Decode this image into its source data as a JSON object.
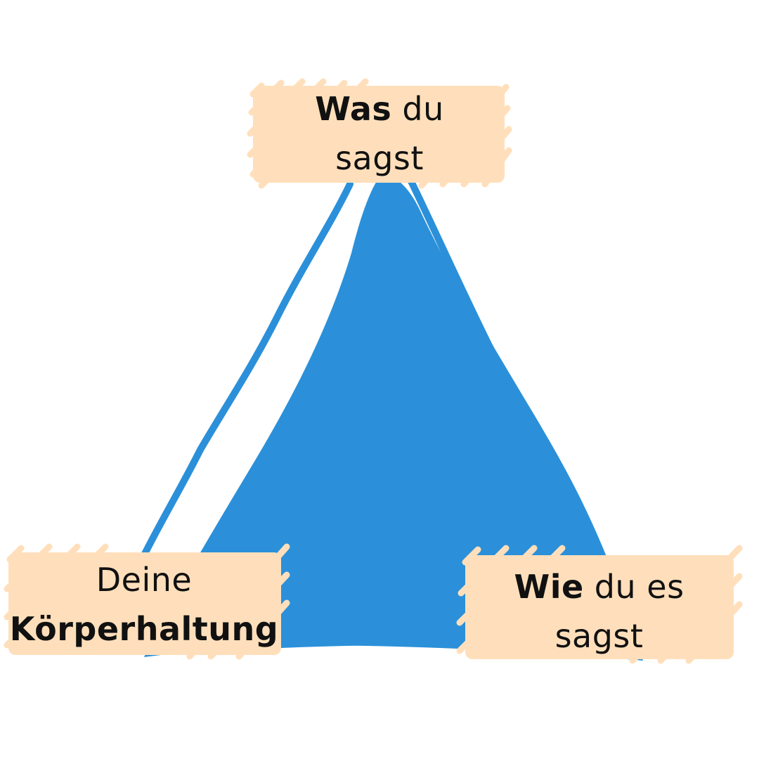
{
  "colors": {
    "triangle": "#2b90d9",
    "label_box": "#ffdfbb",
    "text": "#111111",
    "background": "#ffffff"
  },
  "nodes": {
    "top": {
      "bold": "Was",
      "rest": " du",
      "line2": "sagst"
    },
    "left": {
      "line1": "Deine",
      "bold": "Körperhaltung"
    },
    "right": {
      "bold": "Wie",
      "rest": " du es",
      "line2": "sagst"
    }
  }
}
